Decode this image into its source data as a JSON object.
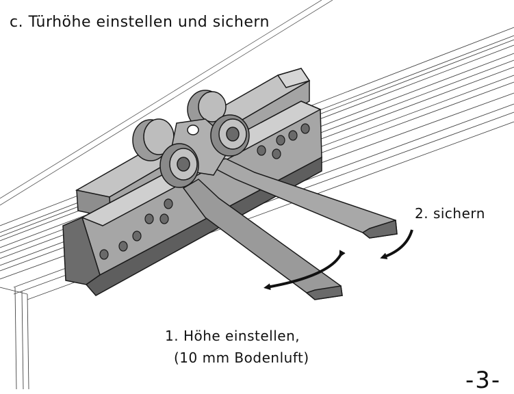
{
  "title": "c.  Türhöhe einstellen und sichern",
  "annotations": {
    "secure": "2. sichern",
    "adjust_line1": "1. Höhe einstellen,",
    "adjust_line2": "(10 mm Bodenluft)"
  },
  "page_number": "-3-",
  "colors": {
    "part_face": "#9a9a9a",
    "part_light": "#c4c4c4",
    "part_dark": "#5e5e5e",
    "outline": "#1a1a1a",
    "arrow": "#111111"
  }
}
